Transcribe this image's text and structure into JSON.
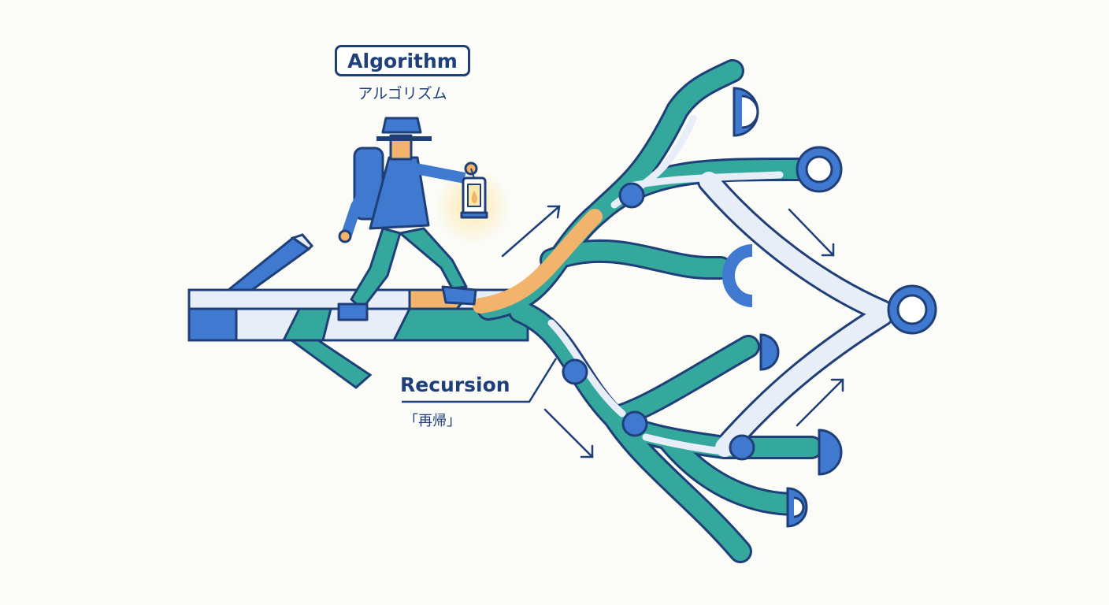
{
  "labels": {
    "algorithm": {
      "title": "Algorithm",
      "subtitle": "アルゴリズム"
    },
    "recursion": {
      "title": "Recursion",
      "subtitle": "「再帰」"
    }
  },
  "colors": {
    "navy": "#1f3f78",
    "blue": "#3f7ad0",
    "teal": "#35a89e",
    "pale": "#e8eef7",
    "orange": "#f2b46c",
    "lantern_glow": "#fde9a8"
  },
  "icons": [
    "hiker-figure",
    "lantern-icon",
    "direction-arrow-icon",
    "branch-node-icon"
  ]
}
